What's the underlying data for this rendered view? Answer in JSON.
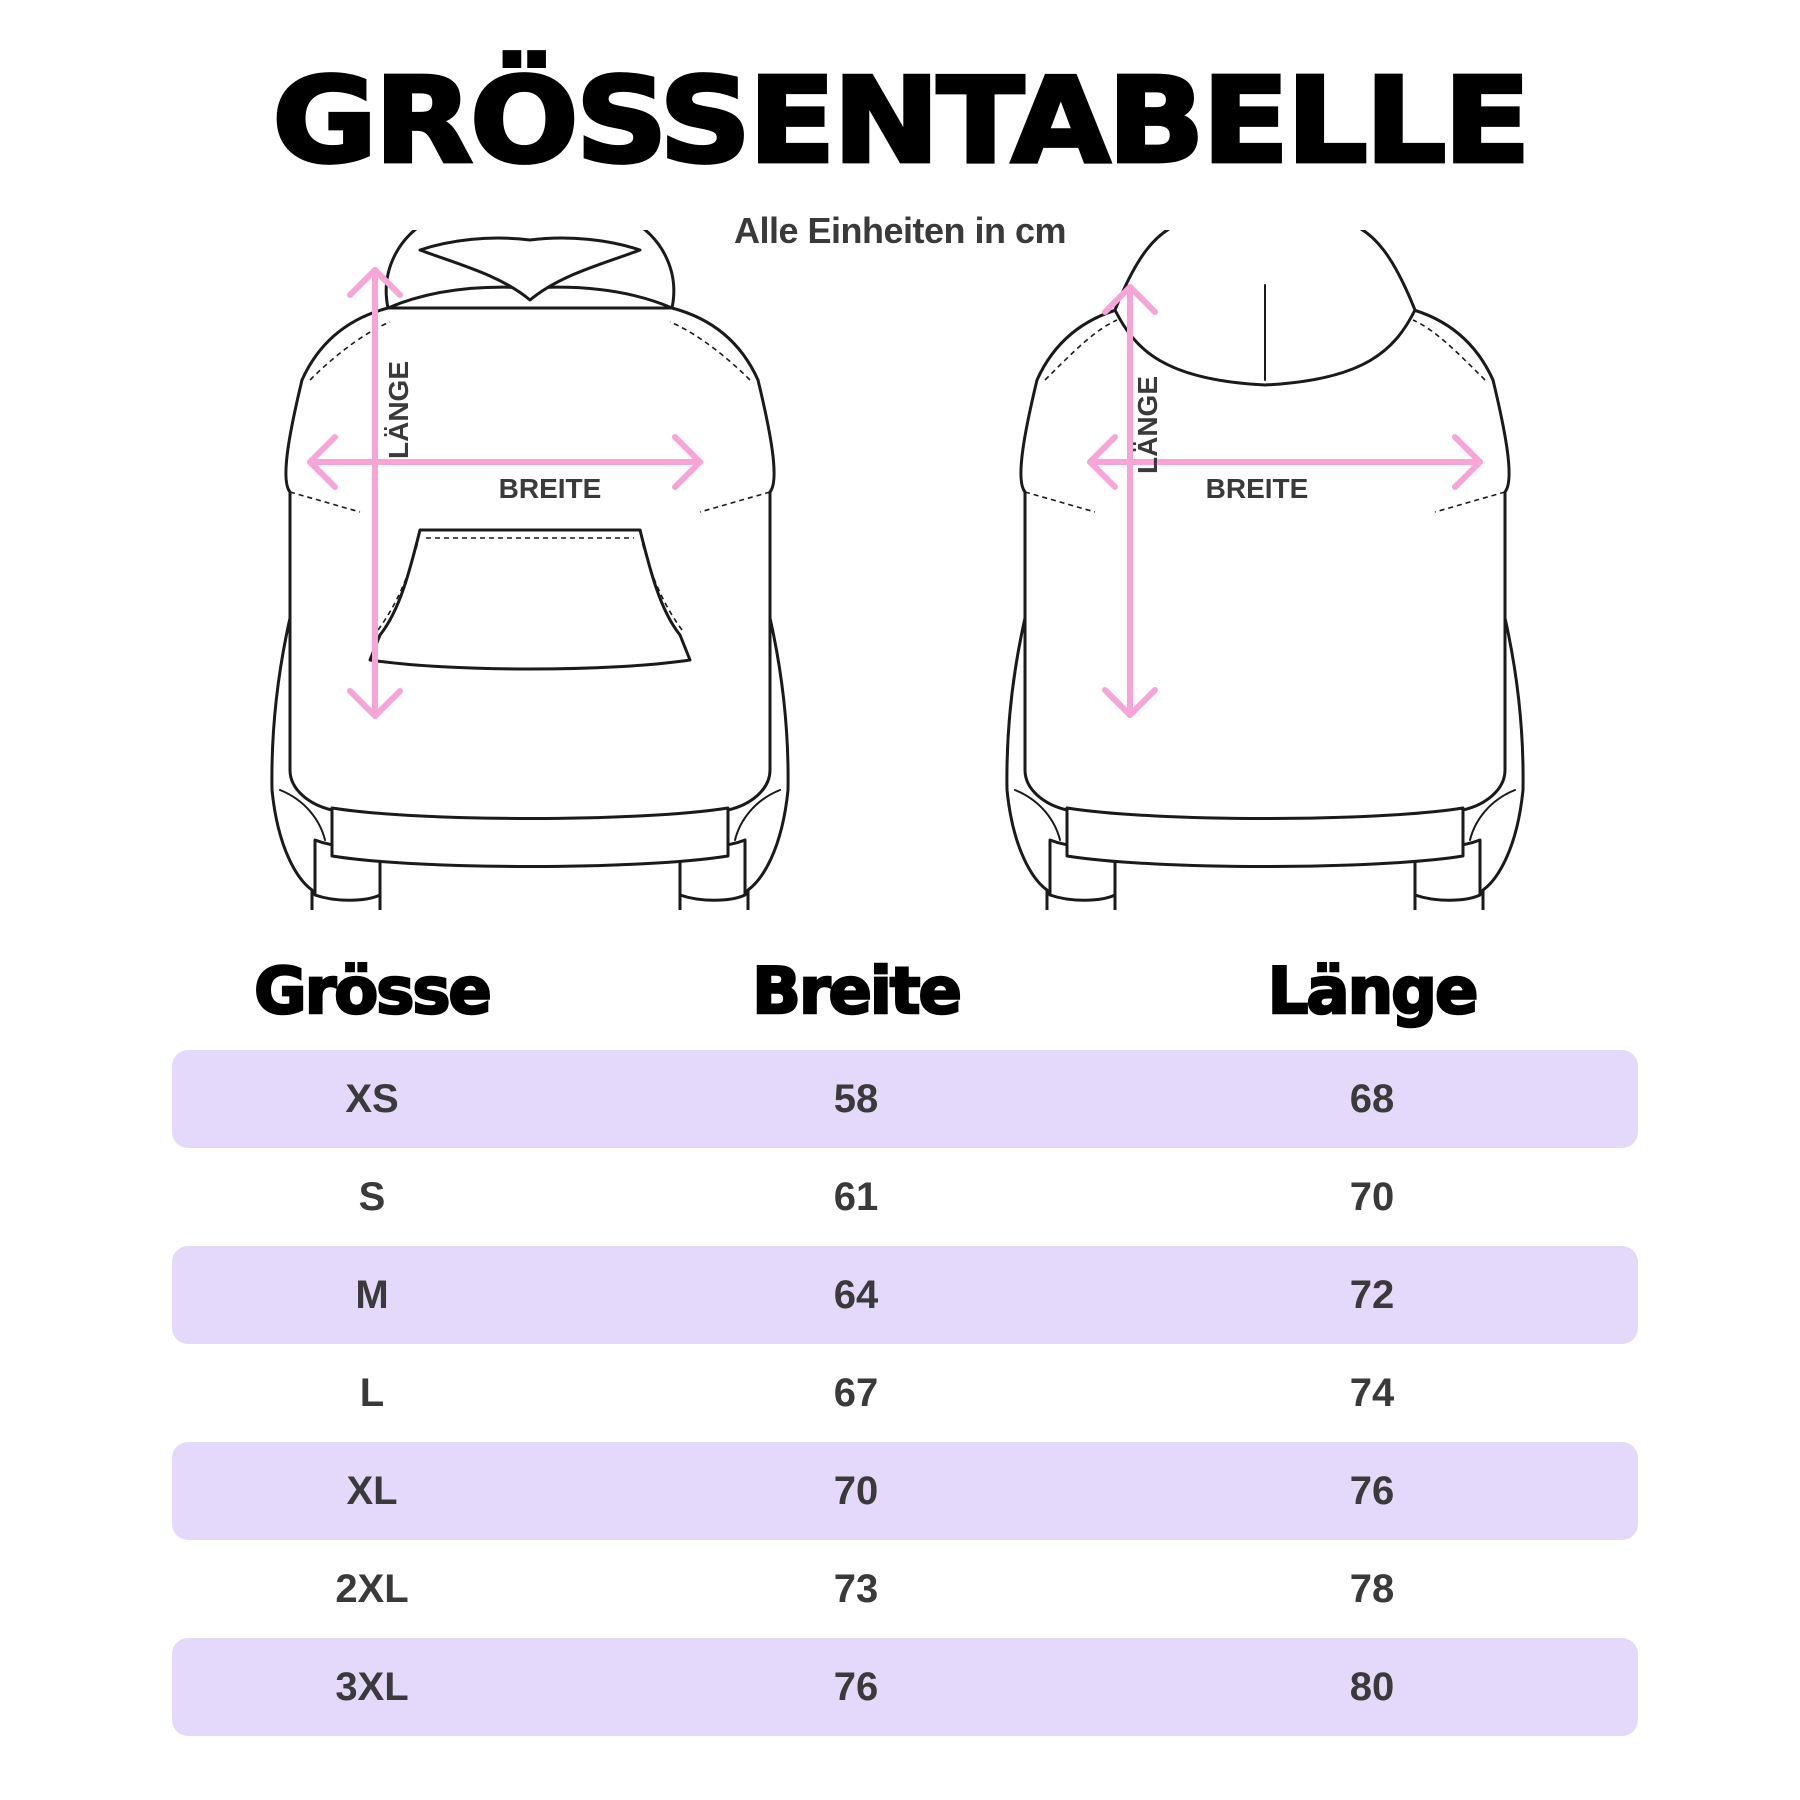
{
  "title": "GRÖSSENTABELLE",
  "subtitle": "Alle Einheiten in cm",
  "illustration": {
    "front": {
      "length_label": "LÄNGE",
      "width_label": "BREITE"
    },
    "back": {
      "length_label": "LÄNGE",
      "width_label": "BREITE"
    },
    "arrow_color": "#f7a4d8"
  },
  "table": {
    "columns": [
      "Grösse",
      "Breite",
      "Länge"
    ],
    "rows": [
      {
        "size": "XS",
        "breite": "58",
        "laenge": "68"
      },
      {
        "size": "S",
        "breite": "61",
        "laenge": "70"
      },
      {
        "size": "M",
        "breite": "64",
        "laenge": "72"
      },
      {
        "size": "L",
        "breite": "67",
        "laenge": "74"
      },
      {
        "size": "XL",
        "breite": "70",
        "laenge": "76"
      },
      {
        "size": "2XL",
        "breite": "73",
        "laenge": "78"
      },
      {
        "size": "3XL",
        "breite": "76",
        "laenge": "80"
      }
    ],
    "row_shade_color": "#e4d9fb"
  }
}
